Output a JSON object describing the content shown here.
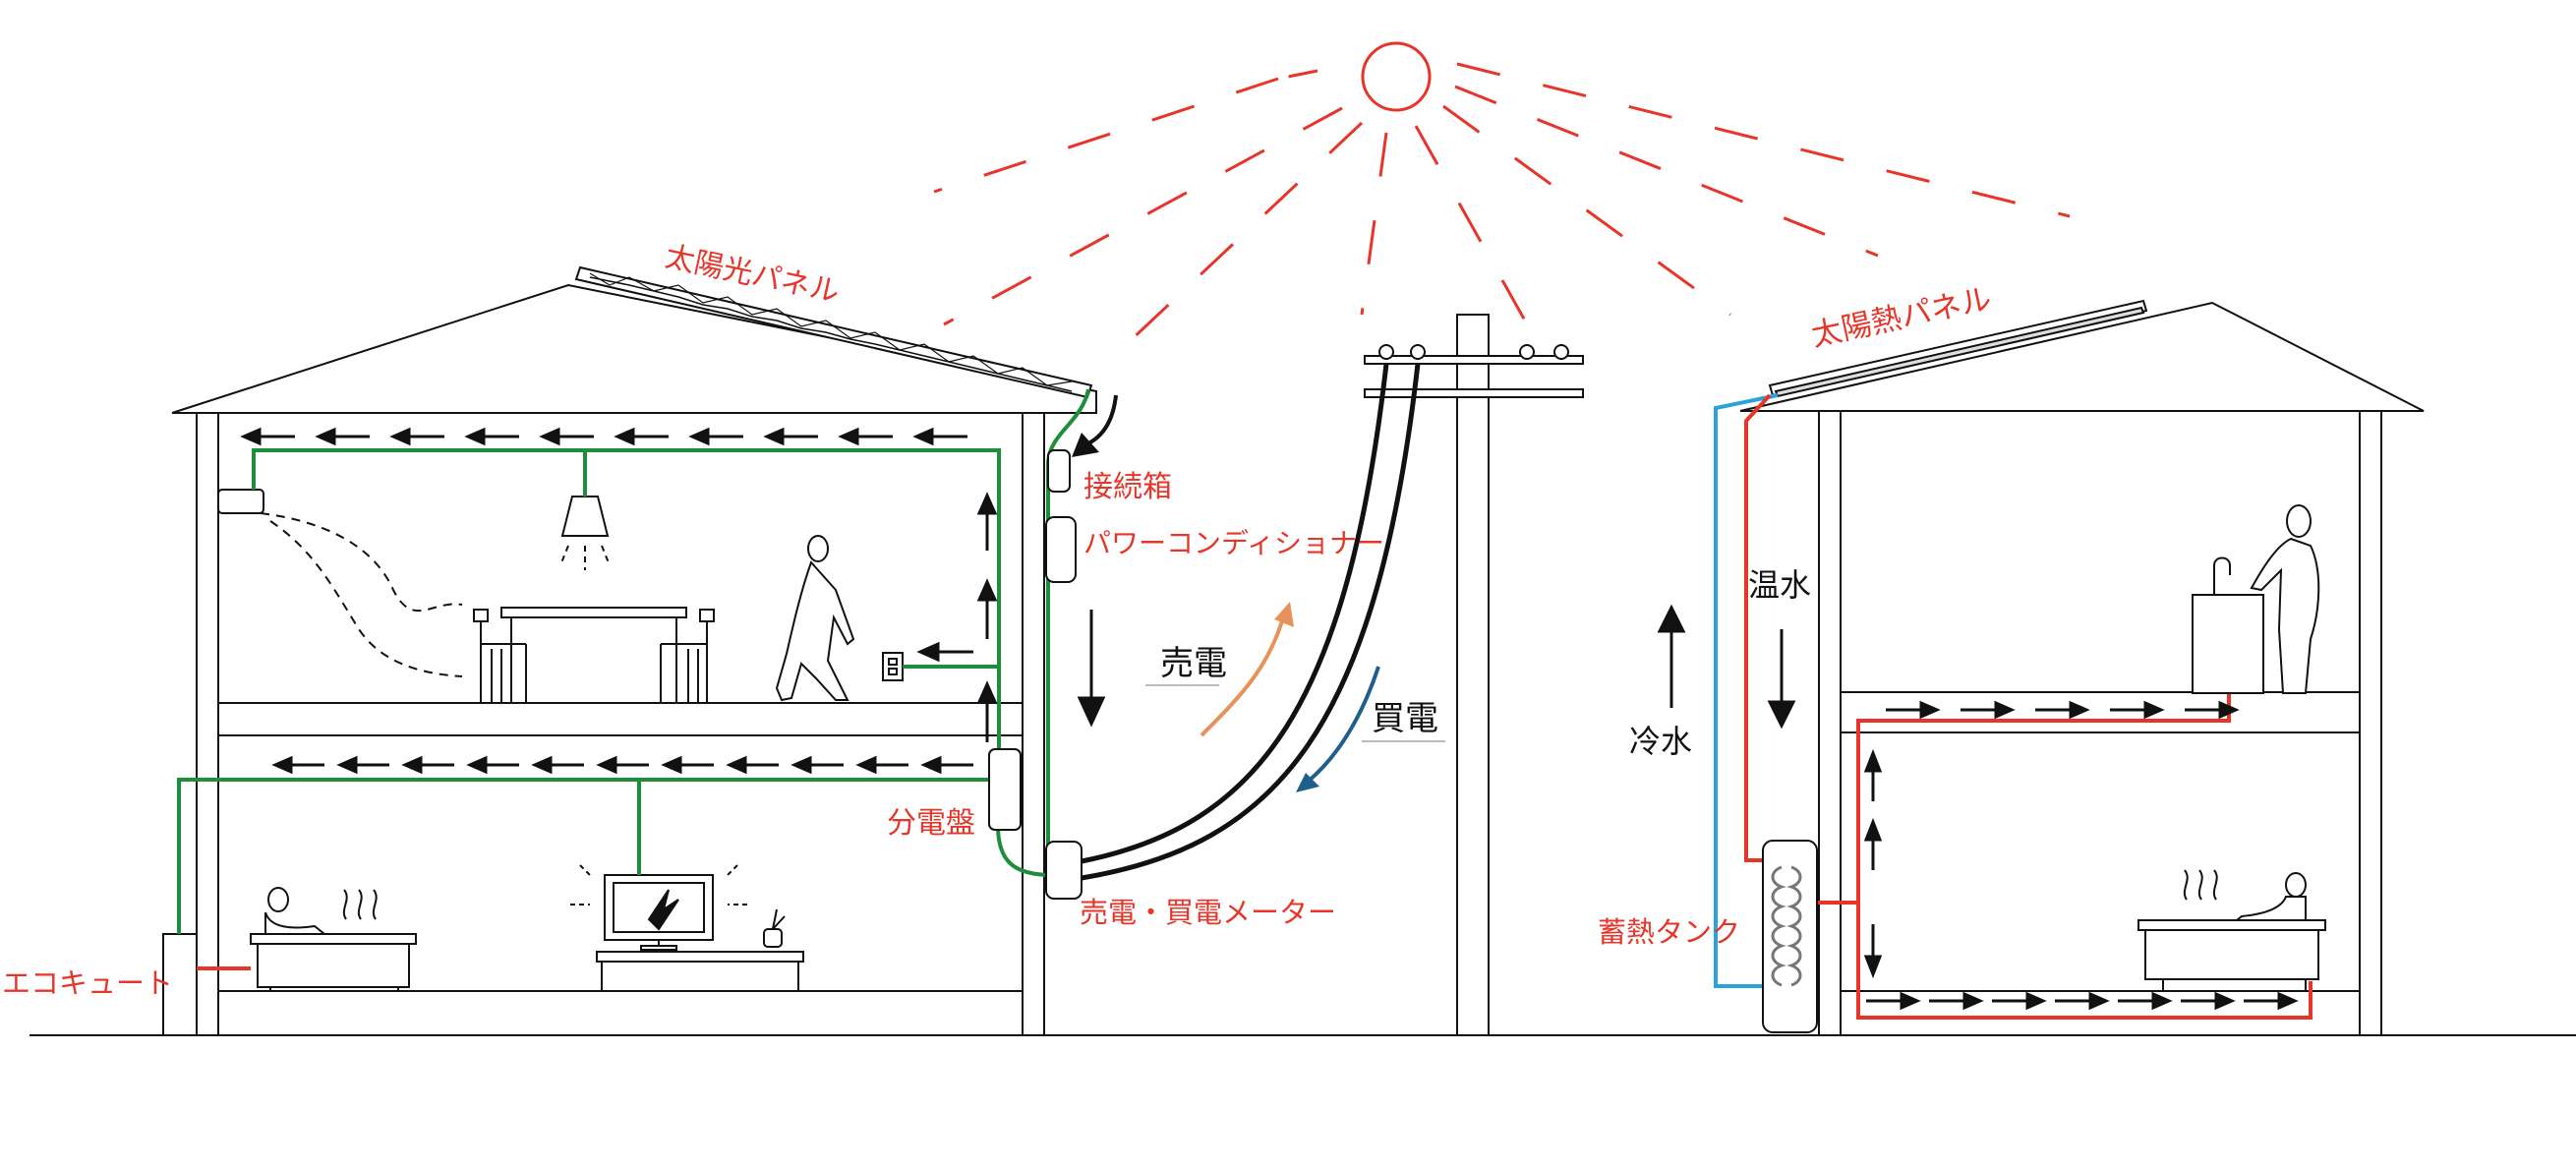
{
  "colors": {
    "red": "#e8352a",
    "green": "#1d8f3a",
    "blue": "#2aa3dc",
    "orange": "#e7925a",
    "navy": "#1f5f8c",
    "line": "#111111"
  },
  "labels": {
    "solar_panel": "太陽光パネル",
    "junction_box": "接続箱",
    "power_conditioner": "パワーコンディショナー",
    "sell_power": "売電",
    "buy_power": "買電",
    "distribution_board": "分電盤",
    "meter": "売電・買電メーター",
    "ecocute": "エコキュート",
    "solar_thermal_panel": "太陽熱パネル",
    "hot_water": "温水",
    "cold_water": "冷水",
    "storage_tank": "蓄熱タンク"
  },
  "icons": [
    "sun-icon",
    "light-bulb-icon",
    "air-conditioner-icon",
    "person-walking-icon",
    "table-icon",
    "chair-icon",
    "tv-icon",
    "bathtub-icon",
    "outlet-icon",
    "utility-pole-icon",
    "sink-icon",
    "person-washing-icon",
    "heat-coil-icon"
  ]
}
